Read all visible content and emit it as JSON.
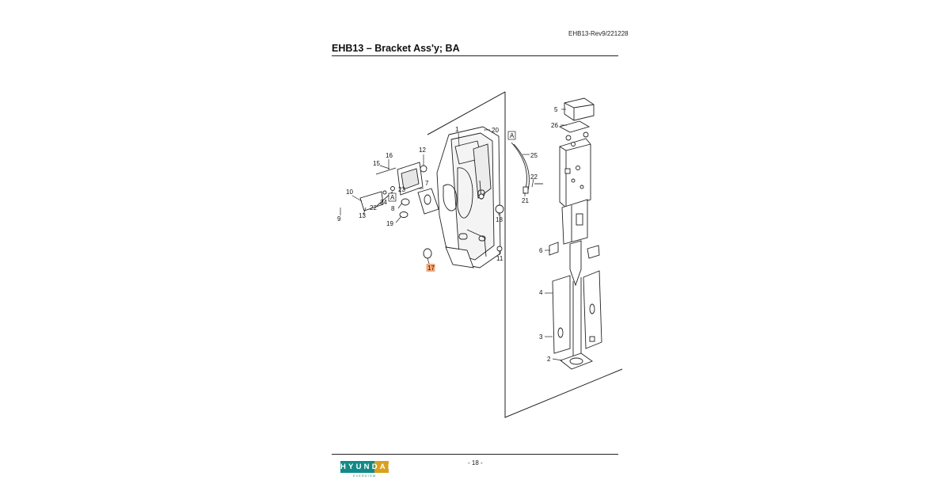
{
  "header": {
    "revision": "EHB13-Rev9/221228",
    "title": "EHB13 – Bracket Ass'y; BA"
  },
  "diagram": {
    "callouts": {
      "c1": "1",
      "c20": "20",
      "c12": "12",
      "c16": "16",
      "c15": "15",
      "cA1": "A",
      "c23": "23",
      "c7": "7",
      "c10": "10",
      "c24": "24",
      "c22a": "22",
      "c8": "8",
      "c13": "13",
      "c9": "9",
      "c19": "19",
      "c18": "18",
      "c17": "17",
      "c11": "11",
      "cA2": "A",
      "c25": "25",
      "c22b": "22",
      "c21": "21",
      "c5": "5",
      "c26": "26",
      "c6": "6",
      "c4": "4",
      "c3": "3",
      "c2": "2"
    },
    "highlight_color": "#f4a97a"
  },
  "footer": {
    "page": "- 18 -",
    "logo_word": "HYUNDAI",
    "logo_sub": "EVERDIGM",
    "logo_colors": {
      "teal": "#138a88",
      "gold": "#d9a01e"
    }
  }
}
